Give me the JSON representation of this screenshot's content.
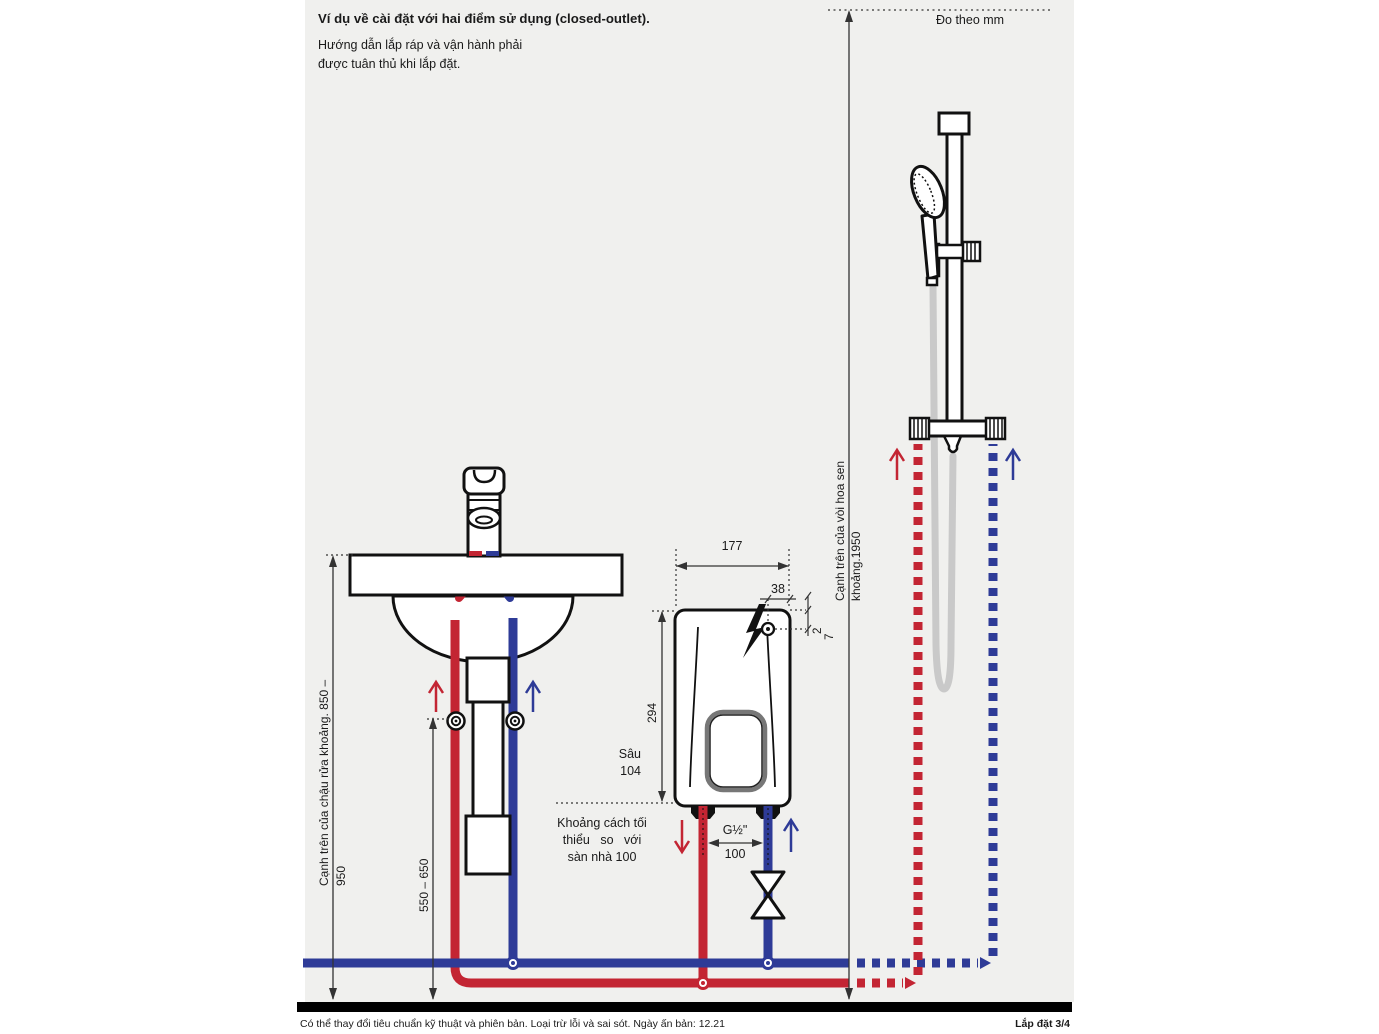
{
  "page": {
    "title": "Ví dụ về cài đặt với hai điểm sử dụng (closed-outlet).",
    "subtitle_line1": "Hướng dẫn lắp ráp và vận hành phải",
    "subtitle_line2": "được tuân thủ khi lắp đặt.",
    "unit_note": "Đo theo mm",
    "footer_left": "Có thể thay đổi tiêu chuẩn kỹ thuật và phiên bản. Loại trừ lỗi và sai sót. Ngày ấn bản: 12.21",
    "footer_right": "Lắp đặt  3/4"
  },
  "dimensions": {
    "sink_top_height_line1": "Cạnh trên của chậu rửa khoảng. 850 –",
    "sink_top_height_line2": "950",
    "valve_height": "550 – 650",
    "shower_top_height_line1": "Cạnh trên của vòi hoa sen",
    "shower_top_height_line2": "khoảng.1950",
    "heater_width": "177",
    "heater_elec_offset": "38",
    "heater_offset_2": "2",
    "heater_offset_7": "7",
    "heater_height": "294",
    "heater_depth_label": "Sâu",
    "heater_depth_value": "104",
    "pipe_thread": "G½\"",
    "pipe_spacing": "100",
    "floor_clearance_line1": "Khoảng cách tối",
    "floor_clearance_line2": "thiểu so với",
    "floor_clearance_line3": "sàn nhà 100"
  },
  "colors": {
    "hot_water": "#c32533",
    "cold_water": "#2e3b97",
    "hose_gray": "#c9c9c9",
    "page_background": "#f0f0ee",
    "line_black": "#111111"
  }
}
